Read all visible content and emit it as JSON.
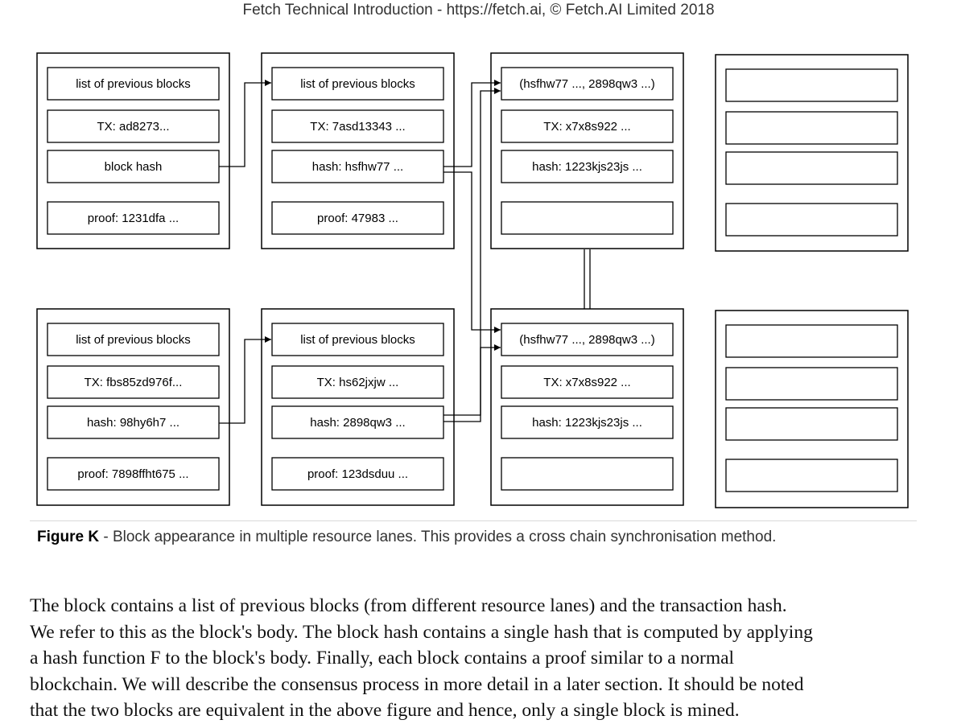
{
  "header": {
    "text": "Fetch Technical Introduction - https://fetch.ai, © Fetch.AI Limited 2018"
  },
  "diagram": {
    "blocks": [
      {
        "id": "top-lane-block-1",
        "fields": [
          "list of previous blocks",
          "TX: ad8273...",
          "block hash",
          "proof: 1231dfa ..."
        ]
      },
      {
        "id": "top-lane-block-2",
        "fields": [
          "list of previous blocks",
          "TX: 7asd13343 ...",
          "hash: hsfhw77 ...",
          "proof: 47983 ..."
        ]
      },
      {
        "id": "top-lane-block-3",
        "fields": [
          "(hsfhw77 ..., 2898qw3 ...)",
          "TX: x7x8s922 ...",
          "hash: 1223kjs23js ...",
          ""
        ]
      },
      {
        "id": "top-lane-block-4",
        "fields": [
          "",
          "",
          "",
          ""
        ]
      },
      {
        "id": "bottom-lane-block-1",
        "fields": [
          "list of previous blocks",
          "TX: fbs85zd976f...",
          "hash: 98hy6h7 ...",
          "proof: 7898ffht675 ..."
        ]
      },
      {
        "id": "bottom-lane-block-2",
        "fields": [
          "list of previous blocks",
          "TX: hs62jxjw ...",
          "hash: 2898qw3 ...",
          "proof: 123dsduu ..."
        ]
      },
      {
        "id": "bottom-lane-block-3",
        "fields": [
          "(hsfhw77 ..., 2898qw3 ...)",
          "TX: x7x8s922 ...",
          "hash: 1223kjs23js ...",
          ""
        ]
      },
      {
        "id": "bottom-lane-block-4",
        "fields": [
          "",
          "",
          "",
          ""
        ]
      }
    ]
  },
  "caption": {
    "label": "Figure K",
    "text": " - Block appearance in multiple resource lanes. This provides a cross chain synchronisation method."
  },
  "body": {
    "lines": [
      "The block contains a list of previous blocks (from different resource lanes) and the transaction hash.",
      "We refer to this as the block's body. The block hash contains a single hash that is computed by applying",
      "a hash function F to the block's body. Finally, each block contains a proof similar to a normal",
      "blockchain. We will describe the consensus process in more detail in a later section. It should be noted",
      "that the two blocks are equivalent in the above figure and hence, only a single block is mined."
    ]
  }
}
